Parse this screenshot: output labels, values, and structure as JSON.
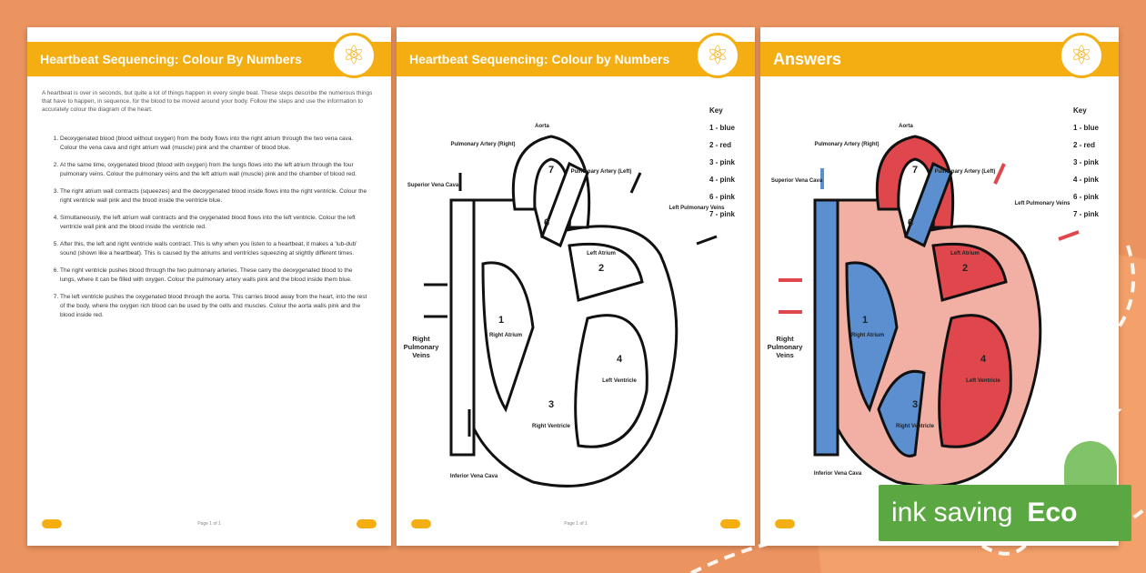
{
  "page1": {
    "title": "Heartbeat Sequencing: Colour By Numbers",
    "intro": "A heartbeat is over in seconds, but quite a lot of things happen in every single beat. These steps describe the numerous things that have to happen, in sequence, for the blood to be moved around your body. Follow the steps and use the information to accurately colour the diagram of the heart.",
    "steps": [
      "Deoxygenated blood (blood without oxygen) from the body flows into the right atrium through the two vena cava. Colour the vena cava and right atrium wall (muscle) pink and the chamber of blood blue.",
      "At the same time, oxygenated blood (blood with oxygen) from the lungs flows into the left atrium through the four pulmonary veins. Colour the pulmonary veins and the left atrium wall (muscle) pink and the chamber of blood red.",
      "The right atrium wall contracts (squeezes) and the deoxygenated blood inside flows into the right ventricle. Colour the right ventricle wall pink and the blood inside the ventricle blue.",
      "Simultaneously, the left atrium wall contracts and the oxygenated blood flows into the left ventricle. Colour the left ventricle wall pink and the blood inside the ventricle red.",
      "After this, the left and right ventricle walls contract. This is why when you listen to a heartbeat, it makes a 'lub-dub' sound (shown like a heartbeat). This is caused by the atriums and ventricles squeezing at slightly different times.",
      "The right ventricle pushes blood through the two pulmonary arteries. These carry the deoxygenated blood to the lungs, where it can be filled with oxygen. Colour the pulmonary artery walls pink and the blood inside them blue.",
      "The left ventricle pushes the oxygenated blood through the aorta. This carries blood away from the heart, into the rest of the body, where the oxygen rich blood can be used by the cells and muscles. Colour the aorta walls pink and the blood inside red."
    ],
    "footer": "Page 1 of 1"
  },
  "page2": {
    "title": "Heartbeat Sequencing: Colour by Numbers",
    "footer": "Page 1 of 1"
  },
  "page3": {
    "title": "Answers"
  },
  "key": {
    "title": "Key",
    "items": [
      "1 - blue",
      "2 - red",
      "3 - pink",
      "4 - pink",
      "6 - pink",
      "7 - pink"
    ]
  },
  "labels": {
    "aorta": "Aorta",
    "pa_right": "Pulmonary Artery (Right)",
    "pa_left": "Pulmonary Artery (Left)",
    "svc": "Superior Vena Cava",
    "lpv": "Left Pulmonary Veins",
    "la": "Left Atrium",
    "ra": "Right Atrium",
    "rpv": "Right Pulmonary Veins",
    "lv": "Left Ventricle",
    "rv": "Right Ventricle",
    "ivc": "Inferior Vena Cava"
  },
  "numbers": [
    "1",
    "2",
    "3",
    "4",
    "6",
    "7"
  ],
  "badge": {
    "text": "ink saving",
    "eco": "Eco"
  },
  "colors": {
    "orange": "#EC9460",
    "header": "#F5AE12",
    "blue": "#5B8FD0",
    "red": "#E0474C",
    "pink": "#F2B0A4",
    "green": "#5BA843"
  }
}
